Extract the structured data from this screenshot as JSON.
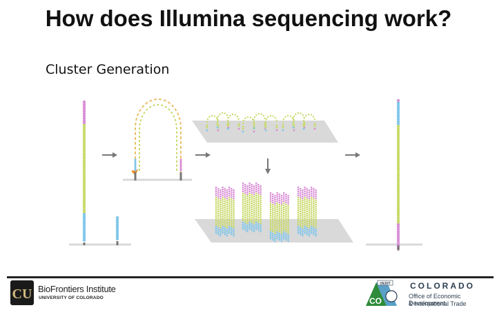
{
  "slide": {
    "title": "How does Illumina sequencing work?",
    "subtitle": "Cluster Generation"
  },
  "footer": {
    "cu_logo_text": "CU",
    "cu_institute": "BioFrontiers Institute",
    "cu_university": "UNIVERSITY OF COLORADO",
    "co_badge_top": "OEDIT",
    "co_badge_text": "CO",
    "co_name": "COLORADO",
    "co_office_line1": "Office of Economic Development",
    "co_office_line2": "& International Trade"
  },
  "colors": {
    "pink": "#d98ed6",
    "yellow": "#c9d96a",
    "blue": "#7fc6ea",
    "stem": "#777777",
    "arrow": "#777777",
    "orange": "#f08a24",
    "flowcell": "#d9d9d9"
  }
}
